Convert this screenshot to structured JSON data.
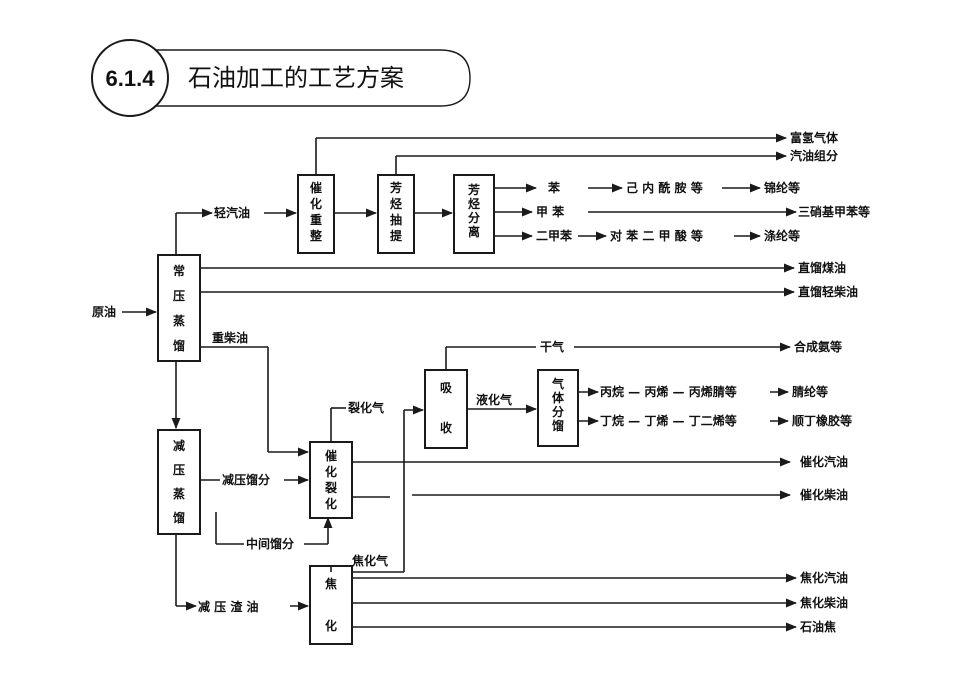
{
  "header": {
    "number": "6.1.4",
    "title": "石油加工的工艺方案"
  },
  "boxes": {
    "atmospheric": "常压蒸馏",
    "vacuum": "减压蒸馏",
    "reforming": "催化重整",
    "extraction": "芳烃抽提",
    "aro_sep": "芳烃分离",
    "cat_crack": "催化裂化",
    "coking": "焦化",
    "absorb": "吸收",
    "gas_frac": "气体分馏"
  },
  "labels": {
    "crude": "原油",
    "light_gasoline": "轻汽油",
    "heavy_diesel": "重柴油",
    "vacuum_distillate": "减压馏分",
    "middle_distillate": "中间馏分",
    "vacuum_residue": "减 压 渣 油",
    "cracked_gas": "裂化气",
    "coker_gas": "焦化气",
    "liquefied_gas": "液化气",
    "dry_gas": "干气",
    "benzene": "苯",
    "toluene": "甲  苯",
    "xylene": "二甲苯",
    "caprolactam": "己 内 酰 胺 等",
    "pta": "对 苯 二 甲 酸 等",
    "propane_chain": "丙烷 — 丙烯 — 丙烯腈等",
    "butane_chain": "丁烷 — 丁烯 — 丁二烯等"
  },
  "products": {
    "h2_gas": "富氢气体",
    "gasoline_comp": "汽油组分",
    "nylon": "锦纶等",
    "tnt": "三硝基甲苯等",
    "polyester": "涤纶等",
    "kerosene": "直馏煤油",
    "light_diesel": "直馏轻柴油",
    "ammonia": "合成氨等",
    "acrylic": "腈纶等",
    "rubber": "顺丁橡胶等",
    "cat_gasoline": "催化汽油",
    "cat_diesel": "催化柴油",
    "coker_gasoline": "焦化汽油",
    "coker_diesel": "焦化柴油",
    "pet_coke": "石油焦"
  }
}
